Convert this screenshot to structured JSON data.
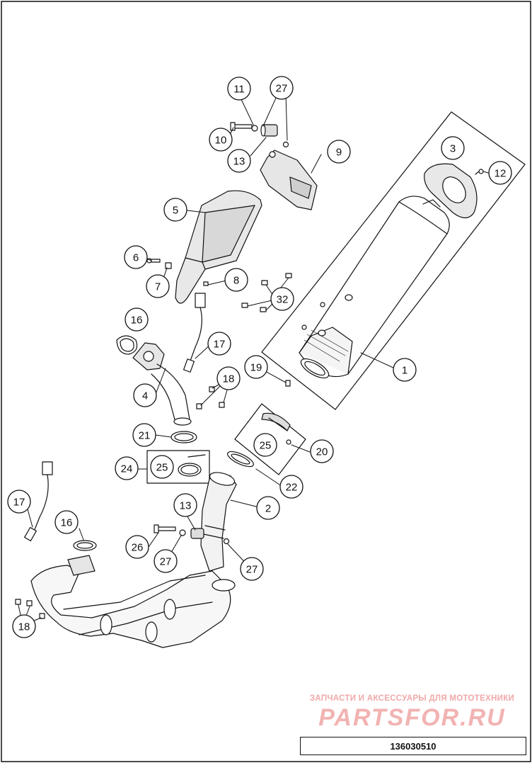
{
  "diagram_code": "136030510",
  "watermark": {
    "subtitle": "ЗАПЧАСТИ И АКСЕССУАРЫ ДЛЯ МОТОТЕХНИКИ",
    "brand": "PARTSFOR.RU"
  },
  "callouts": [
    {
      "id": "c1",
      "label": "1"
    },
    {
      "id": "c2",
      "label": "2"
    },
    {
      "id": "c3",
      "label": "3"
    },
    {
      "id": "c4",
      "label": "4"
    },
    {
      "id": "c5",
      "label": "5"
    },
    {
      "id": "c6",
      "label": "6"
    },
    {
      "id": "c7",
      "label": "7"
    },
    {
      "id": "c8",
      "label": "8"
    },
    {
      "id": "c9",
      "label": "9"
    },
    {
      "id": "c10",
      "label": "10"
    },
    {
      "id": "c11",
      "label": "11"
    },
    {
      "id": "c12",
      "label": "12"
    },
    {
      "id": "c13a",
      "label": "13"
    },
    {
      "id": "c13b",
      "label": "13"
    },
    {
      "id": "c16a",
      "label": "16"
    },
    {
      "id": "c16b",
      "label": "16"
    },
    {
      "id": "c17a",
      "label": "17"
    },
    {
      "id": "c17b",
      "label": "17"
    },
    {
      "id": "c18a",
      "label": "18"
    },
    {
      "id": "c18b",
      "label": "18"
    },
    {
      "id": "c19",
      "label": "19"
    },
    {
      "id": "c20",
      "label": "20"
    },
    {
      "id": "c21",
      "label": "21"
    },
    {
      "id": "c22",
      "label": "22"
    },
    {
      "id": "c24",
      "label": "24"
    },
    {
      "id": "c25a",
      "label": "25"
    },
    {
      "id": "c25b",
      "label": "25"
    },
    {
      "id": "c26",
      "label": "26"
    },
    {
      "id": "c27a",
      "label": "27"
    },
    {
      "id": "c27b",
      "label": "27"
    },
    {
      "id": "c27c",
      "label": "27"
    },
    {
      "id": "c32",
      "label": "32"
    }
  ]
}
